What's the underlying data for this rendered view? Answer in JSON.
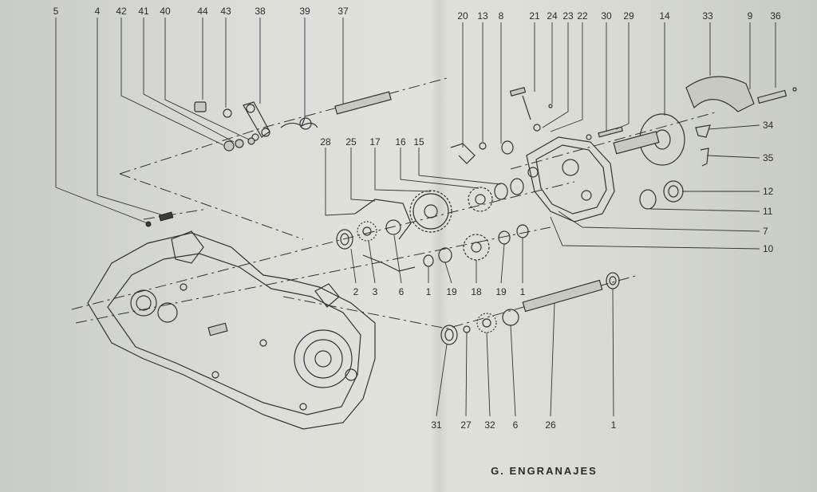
{
  "caption": "G. ENGRANAJES",
  "callouts": [
    {
      "n": "5"
    },
    {
      "n": "4"
    },
    {
      "n": "42"
    },
    {
      "n": "41"
    },
    {
      "n": "40"
    },
    {
      "n": "44"
    },
    {
      "n": "43"
    },
    {
      "n": "38"
    },
    {
      "n": "39"
    },
    {
      "n": "37"
    },
    {
      "n": "20"
    },
    {
      "n": "13"
    },
    {
      "n": "8"
    },
    {
      "n": "21"
    },
    {
      "n": "24"
    },
    {
      "n": "23"
    },
    {
      "n": "22"
    },
    {
      "n": "30"
    },
    {
      "n": "29"
    },
    {
      "n": "14"
    },
    {
      "n": "33"
    },
    {
      "n": "9"
    },
    {
      "n": "36"
    },
    {
      "n": "34"
    },
    {
      "n": "35"
    },
    {
      "n": "12"
    },
    {
      "n": "11"
    },
    {
      "n": "7"
    },
    {
      "n": "10"
    },
    {
      "n": "28"
    },
    {
      "n": "25"
    },
    {
      "n": "17"
    },
    {
      "n": "16"
    },
    {
      "n": "15"
    },
    {
      "n": "2"
    },
    {
      "n": "3"
    },
    {
      "n": "6"
    },
    {
      "n": "1"
    },
    {
      "n": "19"
    },
    {
      "n": "18"
    },
    {
      "n": "19"
    },
    {
      "n": "1"
    },
    {
      "n": "31"
    },
    {
      "n": "27"
    },
    {
      "n": "32"
    },
    {
      "n": "6"
    },
    {
      "n": "26"
    },
    {
      "n": "1"
    }
  ]
}
